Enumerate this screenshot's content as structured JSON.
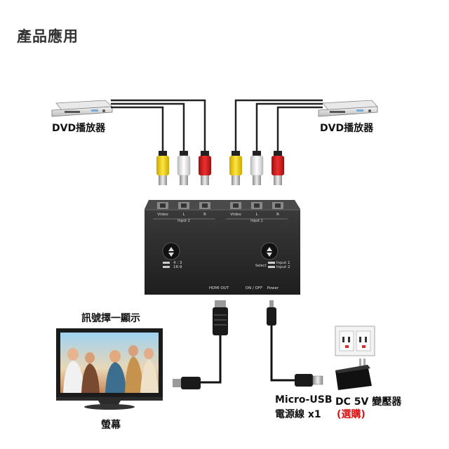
{
  "page": {
    "title": "產品應用"
  },
  "labels": {
    "dvd_left": "DVD播放器",
    "dvd_right": "DVD播放器",
    "signal_select": "訊號擇一顯示",
    "screen": "螢幕",
    "usb_cable_line1": "Micro-USB",
    "usb_cable_line2": "電源線 x1",
    "adapter_line1": "DC 5V 變壓器",
    "adapter_line2": "(選購)"
  },
  "device": {
    "input2": {
      "video": "Video",
      "l": "L",
      "r": "R",
      "group": "Input 2"
    },
    "input1": {
      "video": "Video",
      "l": "L",
      "r": "R",
      "group": "Input 1"
    },
    "aspect_4_3": "4 : 3",
    "aspect_16_9": "16:9",
    "select": "Select",
    "select_input1": "Input 1",
    "select_input2": "Input 2",
    "hdmi_out": "HDMI OUT",
    "on_off": "ON / OFF",
    "power": "Power"
  },
  "colors": {
    "rca_video": "#f3d400",
    "rca_left": "#f2f2f2",
    "rca_right": "#d21a1a",
    "device_body": "#2a2a2a",
    "accent_red": "#dd1111"
  }
}
